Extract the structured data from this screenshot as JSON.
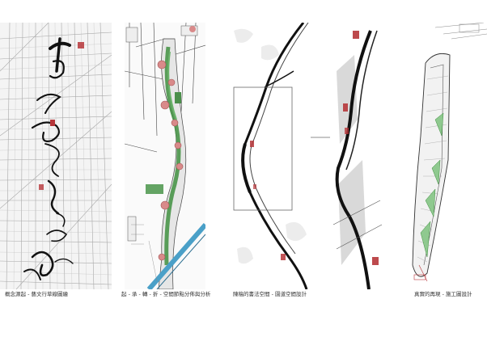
{
  "captions": {
    "panel1": "概念源起 - 藝文行草線圖繪",
    "panel2": "起 - 承 - 轉 - 折 - 空間節點分佈與分析",
    "panel3": "陳稿的書法空間 - 園道空間設計",
    "panel4": "",
    "panel5": "真實的再現 - 施工圖設計"
  },
  "colors": {
    "background": "#ffffff",
    "map_lines": "#9a9a9a",
    "ink": "#111111",
    "green": "#3f8f3f",
    "blue": "#4aa0c8",
    "seal_red": "#b6363a",
    "node_pink": "#d98a8a"
  }
}
